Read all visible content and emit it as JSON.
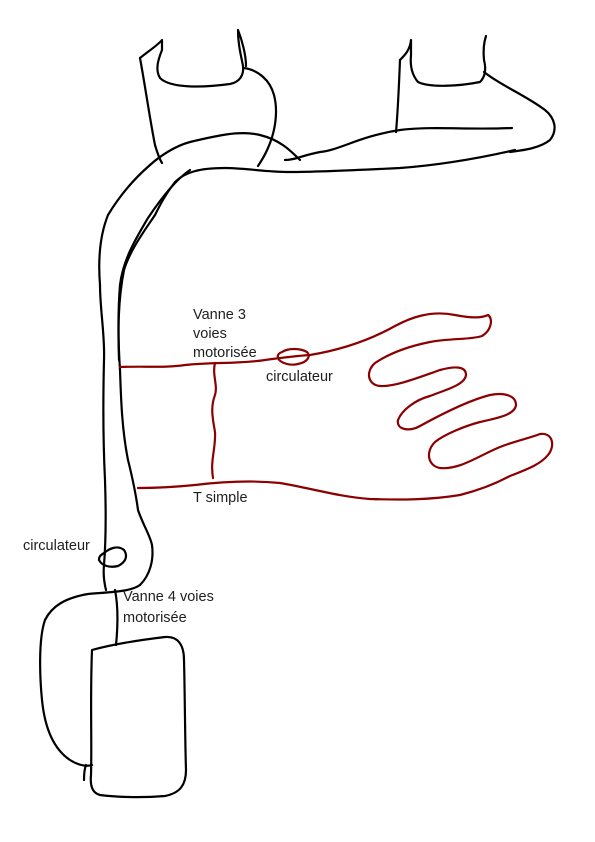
{
  "labels": {
    "vanne3_line1": "Vanne 3",
    "vanne3_line2": "voies",
    "vanne3_line3": "motorisée",
    "circulateur_top": "circulateur",
    "t_simple": "T simple",
    "circulateur_left": "circulateur",
    "vanne4_line1": "Vanne 4 voies",
    "vanne4_line2": "motorisée"
  },
  "colors": {
    "black_pipe": "#000000",
    "red_pipe": "#8b0000",
    "text": "#1e1e1e"
  }
}
